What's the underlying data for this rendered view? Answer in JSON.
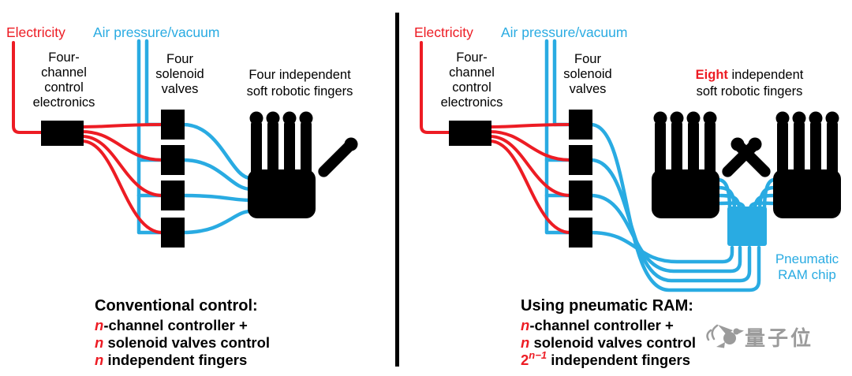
{
  "colors": {
    "electricity": "#ed1c24",
    "air": "#29abe2",
    "ink": "#000000",
    "watermark": "#9b9b9b",
    "background": "#ffffff"
  },
  "left_panel": {
    "legend_electricity": "Electricity",
    "legend_air": "Air pressure/vacuum",
    "controller_label": [
      "Four-",
      "channel",
      "control",
      "electronics"
    ],
    "valves_label": [
      "Four",
      "solenoid",
      "valves"
    ],
    "fingers_label": [
      "Four independent",
      "soft robotic fingers"
    ],
    "caption": {
      "title": "Conventional control:",
      "lines": [
        {
          "em": "n",
          "rest": "-channel controller +"
        },
        {
          "em": "n",
          "rest": " solenoid valves control"
        },
        {
          "em": "n",
          "rest": " independent fingers"
        }
      ]
    }
  },
  "right_panel": {
    "legend_electricity": "Electricity",
    "legend_air": "Air pressure/vacuum",
    "controller_label": [
      "Four-",
      "channel",
      "control",
      "electronics"
    ],
    "valves_label": [
      "Four",
      "solenoid",
      "valves"
    ],
    "fingers_label_em": "Eight",
    "fingers_label_rest": " independent",
    "fingers_label_line2": "soft robotic fingers",
    "ram_chip_label": [
      "Pneumatic",
      "RAM chip"
    ],
    "caption": {
      "title": "Using pneumatic RAM:",
      "lines": [
        {
          "em": "n",
          "rest": "-channel controller +"
        },
        {
          "em": "n",
          "rest": " solenoid valves control"
        }
      ],
      "last_line": {
        "base": "2",
        "sup": "n−1",
        "rest": " independent fingers"
      }
    }
  },
  "watermark": {
    "text": "量子位"
  }
}
